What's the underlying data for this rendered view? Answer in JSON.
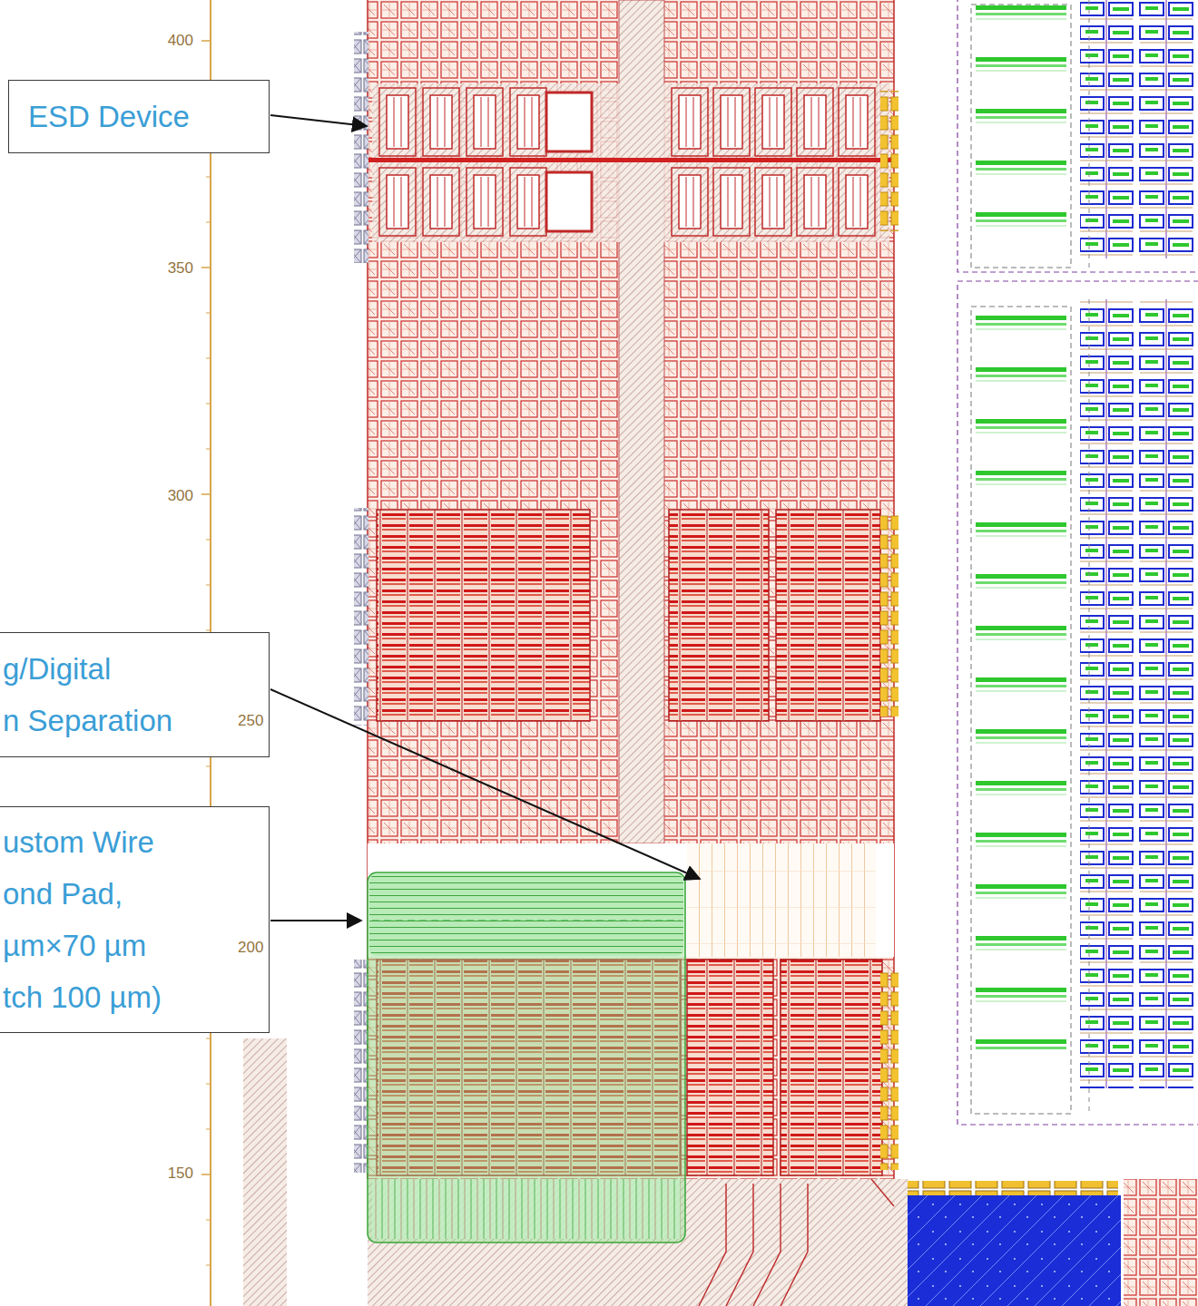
{
  "diagram": {
    "nodes": [
      {
        "text": [
          "ESD Device"
        ]
      },
      {
        "text": [
          "g/Digital n Separation"
        ]
      },
      {
        "text": [
          "ustom Wire ond Pad, µm×70 µm tch 100 µm)"
        ]
      }
    ],
    "labels": [
      "400",
      "350",
      "300",
      "250",
      "200",
      "150"
    ]
  }
}
